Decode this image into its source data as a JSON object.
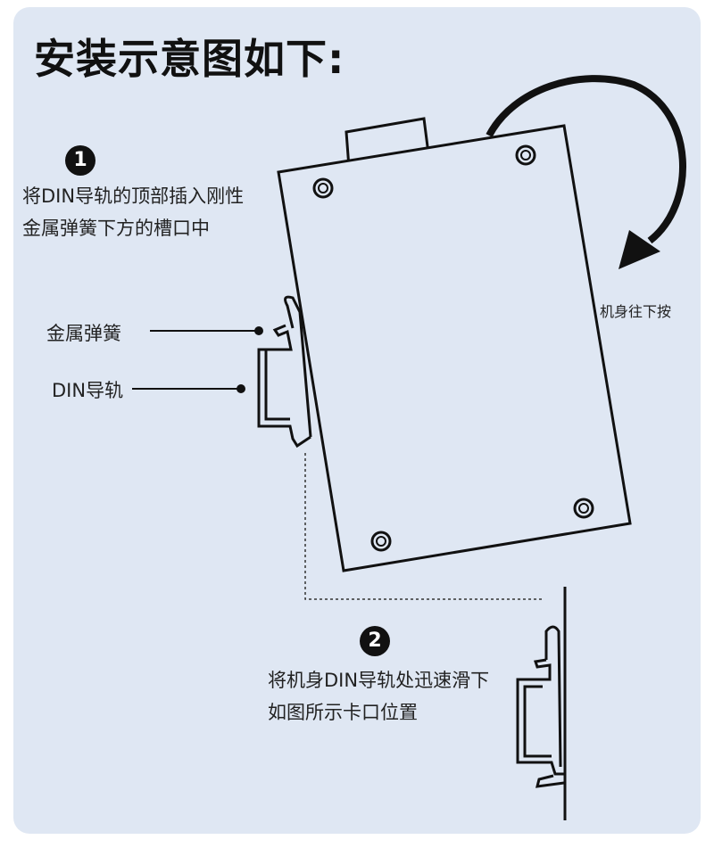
{
  "title": "安装示意图如下:",
  "step1": {
    "number": "1",
    "line1": "将DIN导轨的顶部插入刚性",
    "line2": "金属弹簧下方的槽口中"
  },
  "labels": {
    "spring": "金属弹簧",
    "rail": "DIN导轨",
    "press": "机身往下按"
  },
  "step2": {
    "number": "2",
    "line1": "将机身DIN导轨处迅速滑下",
    "line2": "如图所示卡口位置"
  }
}
